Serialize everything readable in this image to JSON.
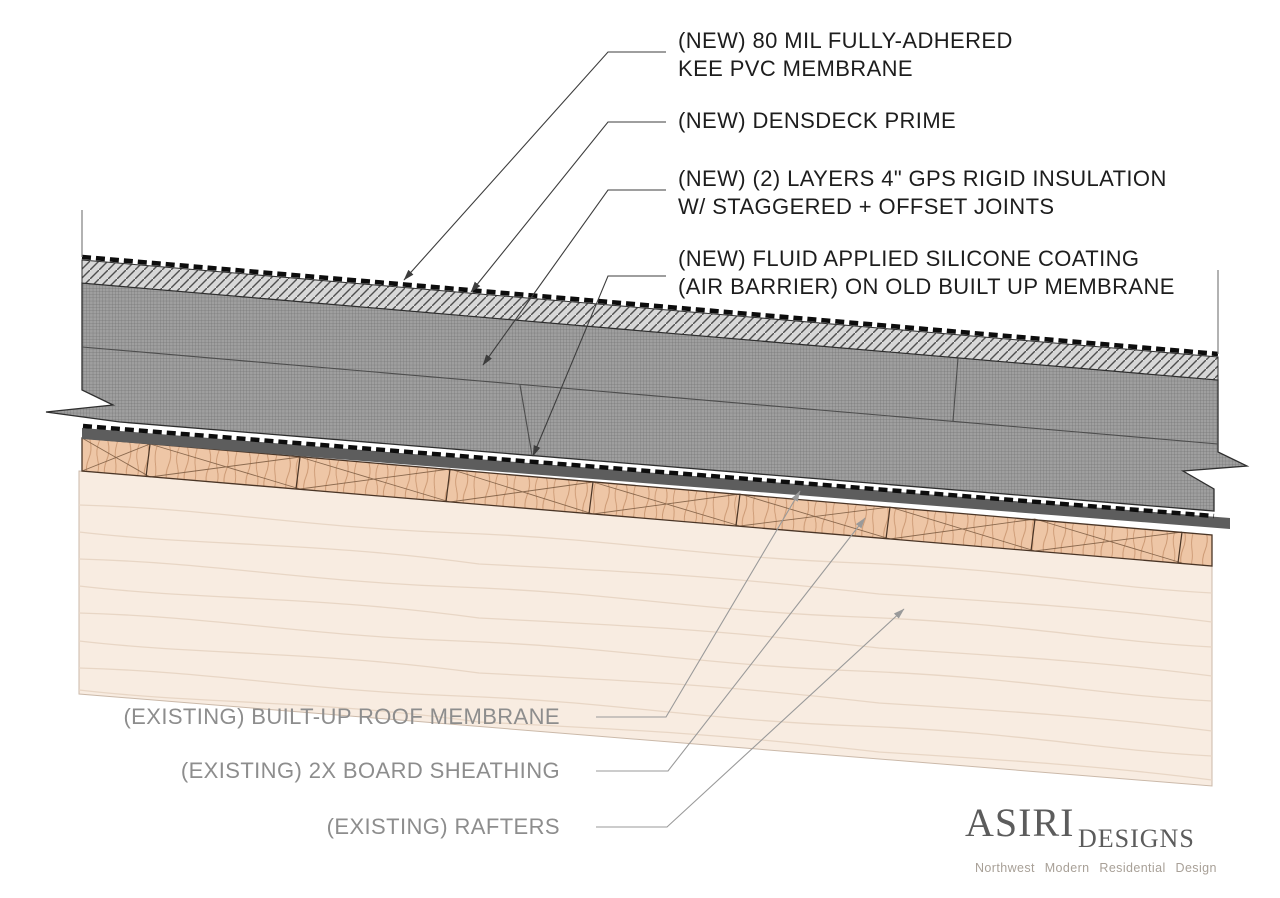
{
  "drawing": {
    "subject": "roof-assembly-section-detail"
  },
  "callouts_new": [
    {
      "line1": "(NEW) 80 MIL FULLY-ADHERED",
      "line2": "KEE PVC MEMBRANE"
    },
    {
      "line1": "(NEW) DENSDECK PRIME"
    },
    {
      "line1": "(NEW) (2) LAYERS 4\" GPS RIGID INSULATION",
      "line2": "W/ STAGGERED + OFFSET JOINTS"
    },
    {
      "line1": "(NEW) FLUID APPLIED SILICONE COATING",
      "line2": "(AIR BARRIER) ON OLD BUILT UP MEMBRANE"
    }
  ],
  "callouts_existing": [
    {
      "label": "(EXISTING) BUILT-UP ROOF MEMBRANE"
    },
    {
      "label": "(EXISTING) 2X BOARD SHEATHING"
    },
    {
      "label": "(EXISTING) RAFTERS"
    }
  ],
  "logo": {
    "name": "ASIRI",
    "suffix": "DESIGNS",
    "tagline": "Northwest Modern Residential Design"
  },
  "colors": {
    "callout_new_text": "#1d1d1d",
    "callout_existing_text": "#8d8d8d",
    "insulation_fill": "#9f9f9f",
    "densdeck_fill": "#d7d7d7",
    "membrane_strip": "#5d5d5d",
    "board_fill": "#eec6a6",
    "rafter_fill": "#f8ece1",
    "logo_text": "#5c5c5c",
    "logo_tagline": "#a8a097"
  }
}
